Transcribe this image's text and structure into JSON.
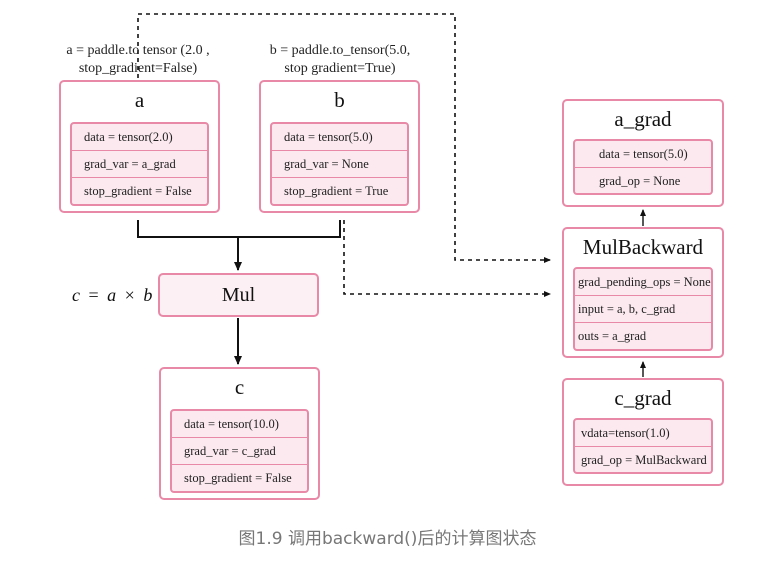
{
  "notes": {
    "a_line1": "a = paddle.to tensor  (2.0 ,",
    "a_line2": "stop_gradient=False)",
    "b_line1": "b = paddle.to_tensor(5.0,",
    "b_line2": "stop gradient=True)"
  },
  "nodes": {
    "a": {
      "title": "a",
      "fields": [
        "data = tensor(2.0)",
        "grad_var = a_grad",
        "stop_gradient = False"
      ]
    },
    "b": {
      "title": "b",
      "fields": [
        "data = tensor(5.0)",
        "grad_var = None",
        "stop_gradient = True"
      ]
    },
    "mul": {
      "title": "Mul"
    },
    "c": {
      "title": "c",
      "fields": [
        "data = tensor(10.0)",
        "grad_var = c_grad",
        "stop_gradient = False"
      ]
    },
    "a_grad": {
      "title": "a_grad",
      "fields": [
        "data = tensor(5.0)",
        "grad_op = None"
      ]
    },
    "mulbackward": {
      "title": "MulBackward",
      "fields": [
        "grad_pending_ops = None",
        "input = a, b, c_grad",
        "outs = a_grad"
      ]
    },
    "c_grad": {
      "title": "c_grad",
      "fields": [
        "vdata=tensor(1.0)",
        "grad_op = MulBackward"
      ]
    }
  },
  "equation": {
    "lhs": "c",
    "eq": "=",
    "a": "a",
    "times": "×",
    "b": "b"
  },
  "caption": "图1.9 调用backward()后的计算图状态"
}
